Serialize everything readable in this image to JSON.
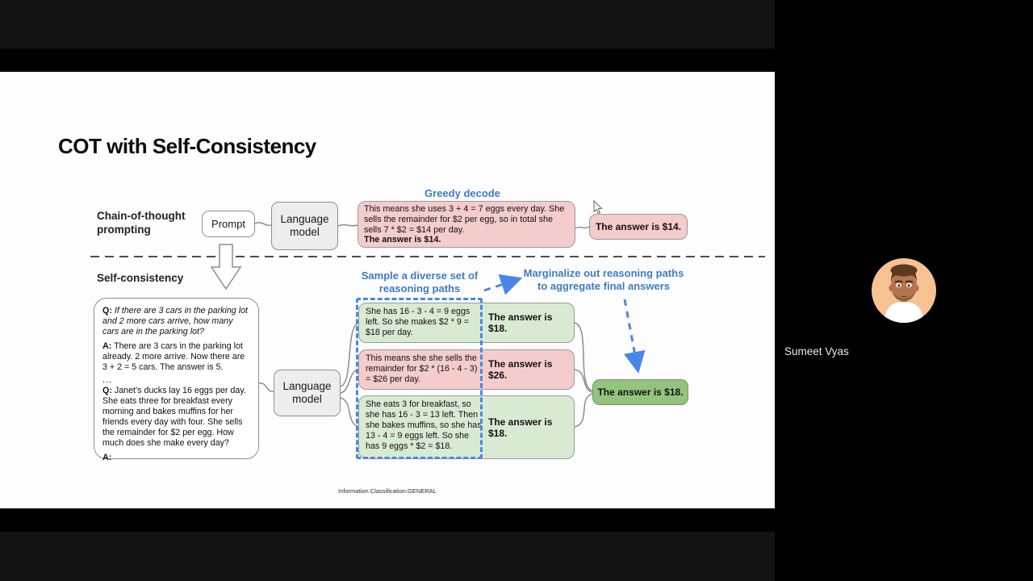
{
  "meeting": {
    "participant_name": "Sumeet Vyas",
    "avatar": "cartoon-man-avatar"
  },
  "slide": {
    "title": "COT with Self-Consistency",
    "footer": "Information Classification:GENERAL",
    "colors": {
      "green_box": "#d9ead3",
      "pink_box": "#f4cccc",
      "final_answer_green": "#93c47d",
      "blue_label": "#3d7cc4",
      "blue_dashed": "#4a86e8",
      "slide_background": "#fdfdfd"
    },
    "cot": {
      "label_line1": "Chain-of-thought",
      "label_line2": "prompting",
      "prompt_label": "Prompt",
      "lm_line1": "Language",
      "lm_line2": "model",
      "decode_label": "Greedy decode",
      "reasoning_text": "This means she uses 3 + 4 = 7 eggs every day. She sells the remainder for $2 per egg, so in total she sells 7 * $2 = $14 per day.",
      "reasoning_answer": "The answer is $14.",
      "answer_label": "The answer is $14."
    },
    "sc": {
      "label": "Self-consistency",
      "prompt": {
        "q1_prefix": "Q:",
        "q1": "If there are 3 cars in the parking lot and 2 more cars arrive, how many cars are in the parking lot?",
        "a1_prefix": "A:",
        "a1": "There are 3 cars in the parking lot already. 2 more arrive. Now there are 3 + 2 = 5 cars. The answer is 5.",
        "ellipsis": "...",
        "q2_prefix": "Q:",
        "q2": "Janet’s ducks lay 16 eggs per day. She eats three for breakfast every morning and bakes muffins for her friends every day with four. She sells the remainder for $2 per egg. How much does she make every day?",
        "a2_prefix": "A:"
      },
      "lm_line1": "Language",
      "lm_line2": "model",
      "sample_line1": "Sample a diverse set of",
      "sample_line2": "reasoning paths",
      "marginalize_line1": "Marginalize out reasoning paths",
      "marginalize_line2": "to aggregate final answers",
      "paths": [
        {
          "reasoning": "She has 16 - 3 - 4 = 9 eggs left. So she makes $2 * 9 = $18 per day.",
          "answer": "The answer is $18."
        },
        {
          "reasoning": "This means she she sells the remainder for $2 * (16 - 4 - 3) = $26 per day.",
          "answer": "The answer is $26."
        },
        {
          "reasoning": "She eats 3 for breakfast, so she has 16 - 3 = 13 left. Then she bakes muffins, so she has 13 - 4 = 9 eggs left. So she has 9 eggs * $2 = $18.",
          "answer": "The answer is $18."
        }
      ],
      "final_answer": "The answer is $18."
    }
  }
}
